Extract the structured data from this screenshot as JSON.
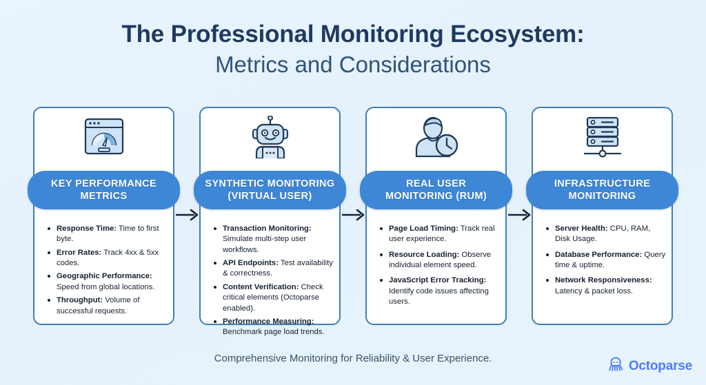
{
  "title": {
    "line1": "The Professional Monitoring Ecosystem:",
    "line2": "Metrics and Considerations"
  },
  "colors": {
    "background": "#e6f2fb",
    "title_primary": "#1f3a5f",
    "title_secondary": "#2f5478",
    "card_border": "#3d7fb5",
    "pill_blue": "#3e86d6",
    "logo_blue": "#4f7df0",
    "footer_text": "#3d5168",
    "icon_line": "#1f3a56",
    "icon_fill": "#c3ddf2"
  },
  "columns": [
    {
      "icon": "browser-speedometer-icon",
      "heading": "KEY PERFORMANCE METRICS",
      "heading_lines": [
        "KEY PERFORMANCE",
        "METRICS"
      ],
      "bullets": [
        {
          "label": "Response Time:",
          "text": " Time to first byte."
        },
        {
          "label": "Error Rates:",
          "text": " Track 4xx & 5xx codes."
        },
        {
          "label": "Geographic Performance:",
          "text": " Speed from global locations."
        },
        {
          "label": "Throughput:",
          "text": " Volume of successful requests."
        }
      ]
    },
    {
      "icon": "robot-icon",
      "heading": "SYNTHETIC MONITORING (VIRTUAL USER)",
      "heading_lines": [
        "SYNTHETIC MONITORING",
        "(VIRTUAL USER)"
      ],
      "bullets": [
        {
          "label": "Transaction Monitoring:",
          "text": " Simulate multi-step user workflows."
        },
        {
          "label": "API Endpoints:",
          "text": " Test availability & correctness."
        },
        {
          "label": "Content Verification:",
          "text": " Check critical elements (Octoparse enabled)."
        },
        {
          "label": "Performance Measuring:",
          "text": " Benchmark page load trends."
        }
      ]
    },
    {
      "icon": "user-clock-icon",
      "heading": "REAL USER MONITORING (RUM)",
      "heading_lines": [
        "REAL USER",
        "MONITORING (RUM)"
      ],
      "bullets": [
        {
          "label": "Page Load Timing:",
          "text": " Track real user experience."
        },
        {
          "label": "Resource Loading:",
          "text": " Observe individual element speed."
        },
        {
          "label": "JavaScript Error Tracking:",
          "text": " Identify code issues affecting users."
        }
      ]
    },
    {
      "icon": "server-rack-icon",
      "heading": "INFRASTRUCTURE MONITORING",
      "heading_lines": [
        "INFRASTRUCTURE",
        "MONITORING"
      ],
      "bullets": [
        {
          "label": "Server Health:",
          "text": " CPU, RAM, Disk Usage."
        },
        {
          "label": "Database Performance:",
          "text": " Query time & uptime."
        },
        {
          "label": "Network Responsiveness:",
          "text": " Latency & packet loss."
        }
      ]
    }
  ],
  "connectors": [
    {
      "name": "arrow-kpm-to-synthetic",
      "glyph": "right-arrow"
    },
    {
      "name": "arrow-synthetic-to-rum",
      "glyph": "right-arrow"
    },
    {
      "name": "arrow-rum-to-infrastructure",
      "glyph": "right-arrow"
    }
  ],
  "footer": {
    "tagline": "Comprehensive Monitoring for Reliability & User Experience.",
    "logo_text": "Octoparse",
    "logo_icon": "octopus-icon"
  }
}
